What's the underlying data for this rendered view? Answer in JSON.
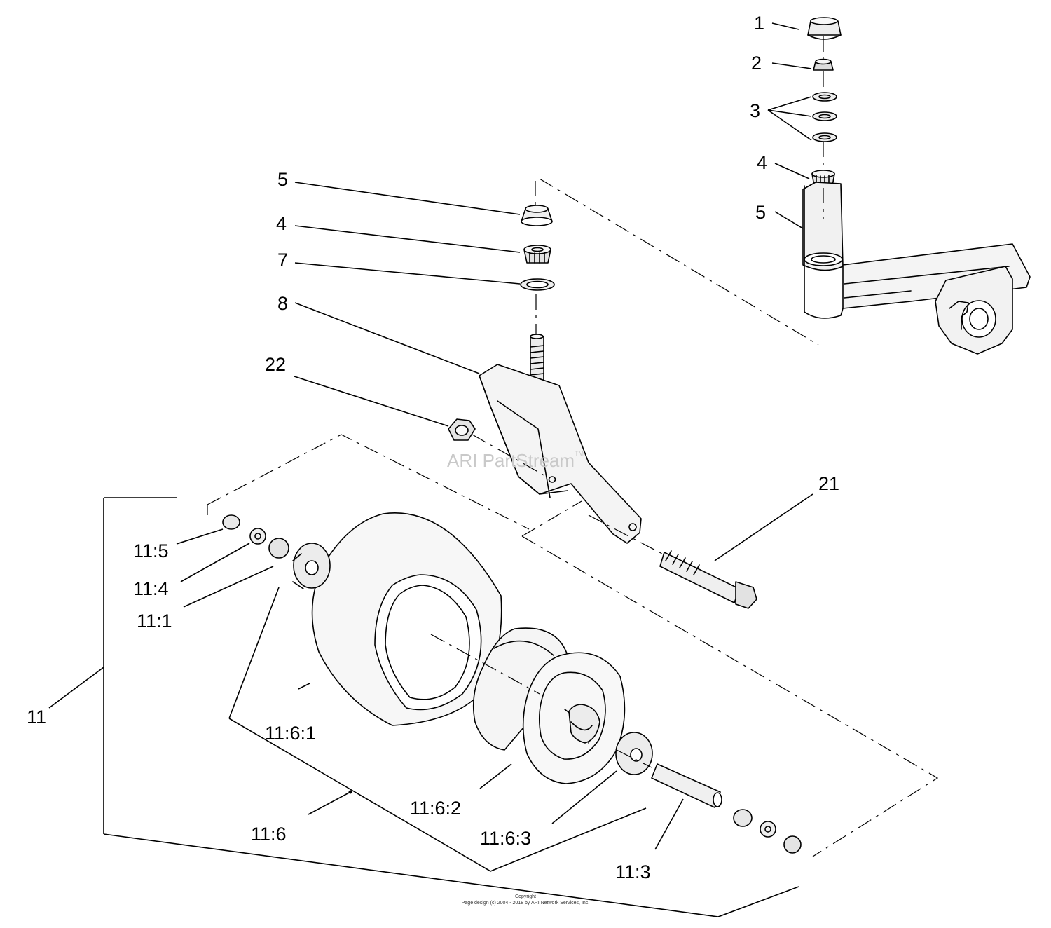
{
  "labels": {
    "l1": "1",
    "l2": "2",
    "l3": "3",
    "l4a": "4",
    "l5a": "5",
    "l5b": "5",
    "l4b": "4",
    "l7": "7",
    "l8": "8",
    "l22": "22",
    "l21": "21",
    "l11_5": "11:5",
    "l11_4": "11:4",
    "l11_1": "11:1",
    "l11": "11",
    "l11_6_1": "11:6:1",
    "l11_6_2": "11:6:2",
    "l11_6": "11:6",
    "l11_6_3": "11:6:3",
    "l11_3": "11:3"
  },
  "watermark": {
    "text": "ARI PartStream",
    "tm": "TM"
  },
  "footer": {
    "copyright": "Copyright",
    "design": "Page design (c) 2004 - 2018 by ARI Network Services, Inc."
  }
}
